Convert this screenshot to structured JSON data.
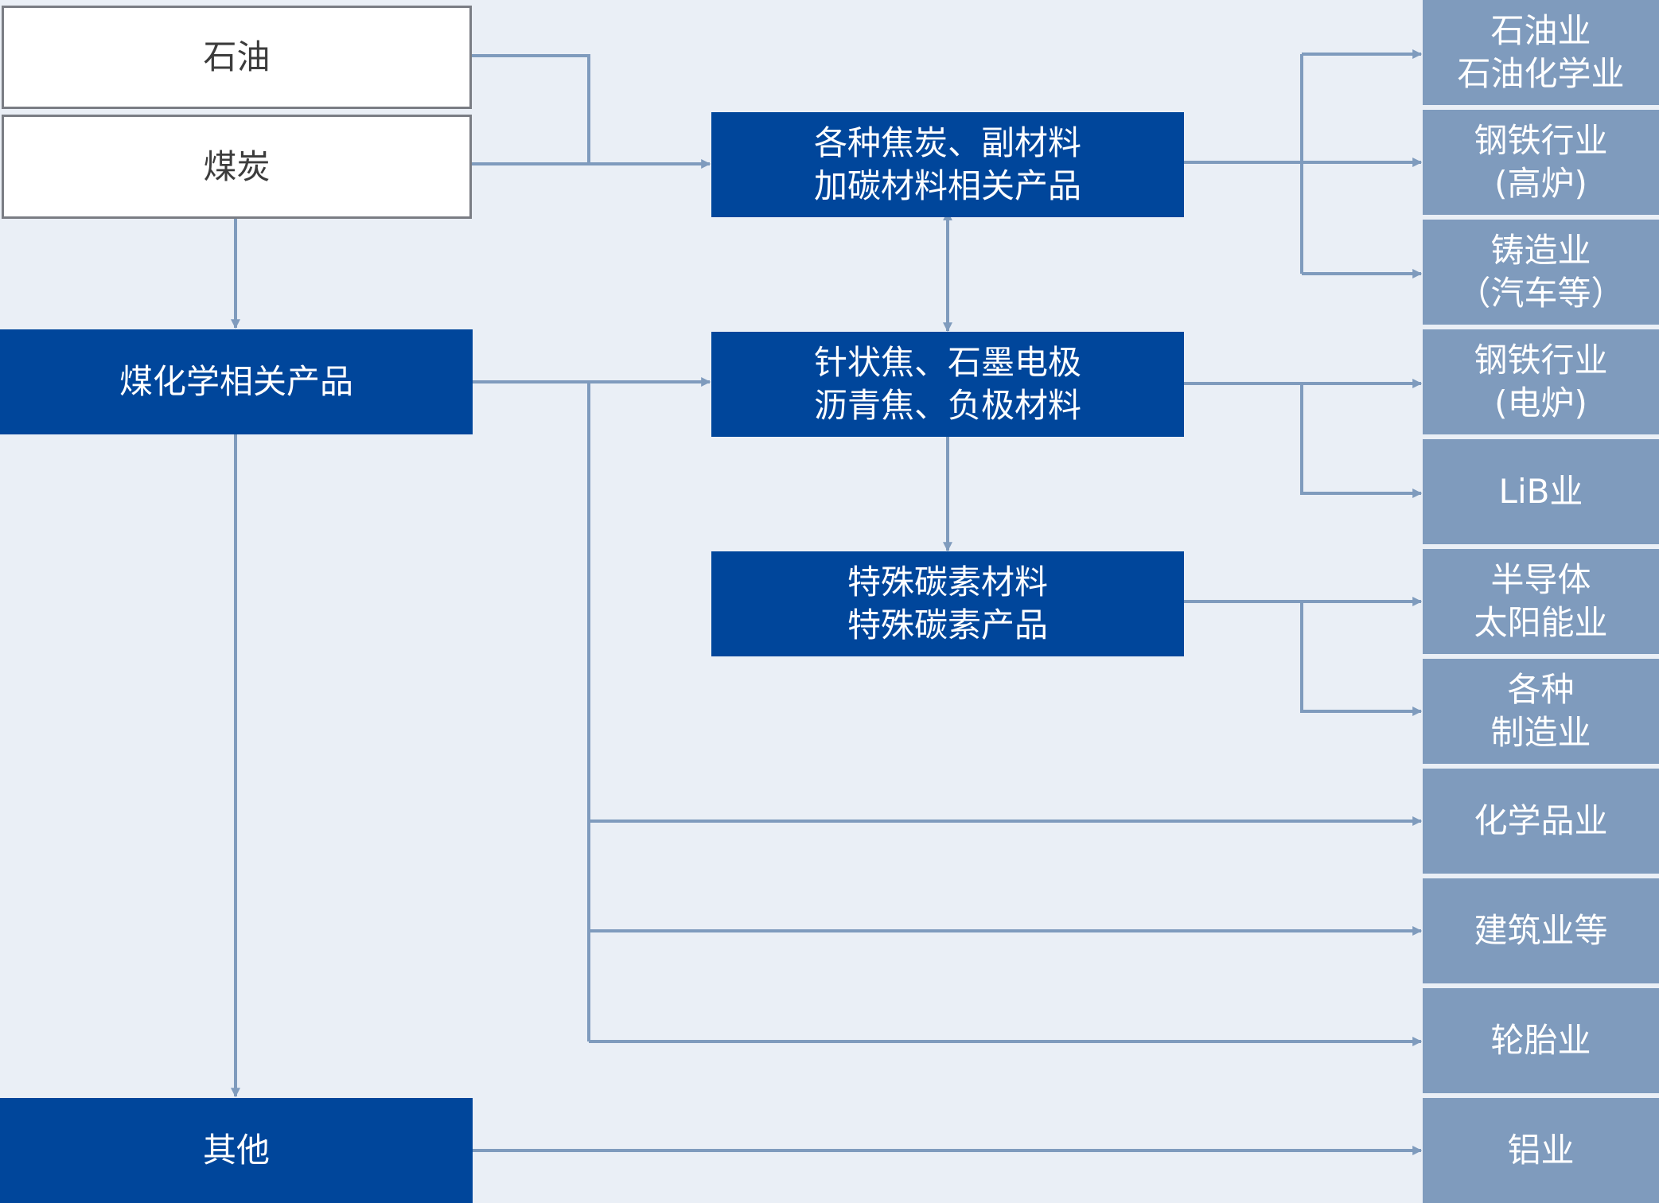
{
  "sources": {
    "oil": "石油",
    "coal": "煤炭"
  },
  "products": {
    "coal_chem": "煤化学相关产品",
    "other": "其他",
    "coke": "各种焦炭、副材料\n加碳材料相关产品",
    "needle": "针状焦、石墨电极\n沥青焦、负极材料",
    "special": "特殊碳素材料\n特殊碳素产品"
  },
  "industries": [
    "石油业\n石油化学业",
    "钢铁行业\n(高炉)",
    "铸造业\n（汽车等）",
    "钢铁行业\n(电炉)",
    "LiB业",
    "半导体\n太阳能业",
    "各种\n制造业",
    "化学品业",
    "建筑业等",
    "轮胎业",
    "铝业"
  ],
  "colors": {
    "background": "#eaeff6",
    "product_box": "#00469b",
    "industry_box": "#7f9bbd",
    "source_border": "#7a7d84",
    "connector": "#7f9bbd"
  }
}
